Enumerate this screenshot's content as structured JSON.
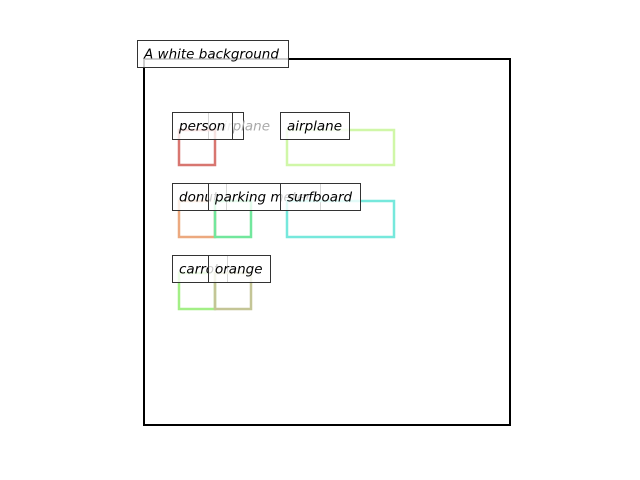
{
  "canvas": {
    "caption": "A white background",
    "frame_color": "#000000",
    "background": "#ffffff"
  },
  "objects": [
    {
      "name": "person",
      "color": "#d87670",
      "label_color": "#000000"
    },
    {
      "name": "airplane",
      "color": "#d0f7a8",
      "label_color": "#000000"
    },
    {
      "name": "donut",
      "color": "#eca97f",
      "label_color": "#000000"
    },
    {
      "name": "parking meter",
      "color": "#72e79d",
      "label_color": "#000000"
    },
    {
      "name": "surfboard",
      "color": "#76e8dc",
      "label_color": "#000000"
    },
    {
      "name": "carrot",
      "color": "#a3ef86",
      "label_color": "#000000"
    },
    {
      "name": "orange",
      "color": "#c4c596",
      "label_color": "#000000"
    },
    {
      "name": "airplane",
      "color": "#cccccc",
      "label_color": "#aaaaaa"
    }
  ]
}
